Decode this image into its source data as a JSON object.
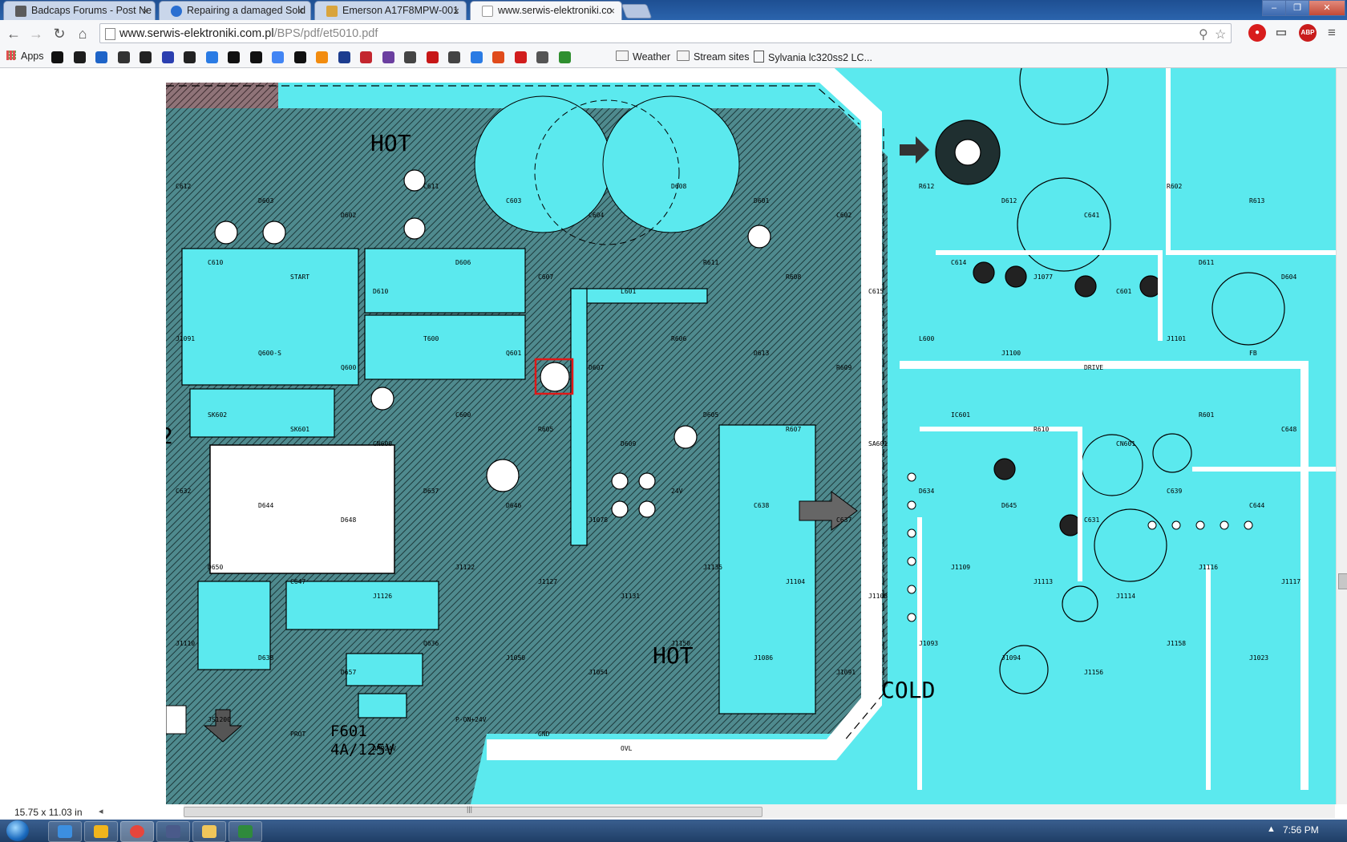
{
  "browser": {
    "tabs": [
      {
        "label": "Badcaps Forums - Post Ne",
        "icon_color": "#5b5b5b",
        "active": false
      },
      {
        "label": "Repairing a damaged Sold",
        "icon_color": "#2a6fd1",
        "active": false
      },
      {
        "label": "Emerson A17F8MPW-001",
        "icon_color": "#d9a43c",
        "active": false
      },
      {
        "label": "www.serwis-elektroniki.co",
        "icon_color": "#d8d8d8",
        "active": true
      }
    ],
    "close_glyph": "×",
    "window_controls": {
      "minimize": "–",
      "maximize": "❐",
      "close": "✕"
    },
    "nav": {
      "back": "←",
      "forward": "→",
      "reload": "↻",
      "home": "⌂"
    },
    "url_host": "www.serwis-elektroniki.com.pl",
    "url_path": "/BPS/pdf/et5010.pdf",
    "omnibox_icons": {
      "zoom": "⚲",
      "star": "☆"
    },
    "extensions": [
      {
        "name": "record-icon",
        "label": "●",
        "color": "#d81c1c"
      },
      {
        "name": "cast-icon",
        "label": "▭",
        "color": "#666666"
      },
      {
        "name": "adblock-plus-icon",
        "label": "ABP",
        "color": "#c91c1c"
      },
      {
        "name": "menu-icon",
        "label": "≡",
        "color": "#555555"
      }
    ]
  },
  "bookmarks": {
    "apps_label": "Apps",
    "icon_colors": [
      "#111111",
      "#1d1d1d",
      "#1e64c8",
      "#333333",
      "#222222",
      "#2b3fb0",
      "#222222",
      "#2a7be4",
      "#111111",
      "#111111",
      "#4285f4",
      "#111111",
      "#f28c0f",
      "#1d3d8f",
      "#c3262e",
      "#6b3fa0",
      "#444444",
      "#c71717",
      "#444444",
      "#2a7be4",
      "#e04b1b",
      "#d11d1d",
      "#555555",
      "#2f8f2f"
    ],
    "folders": [
      "Weather",
      "Stream sites"
    ],
    "last_item": "Sylvania lc320ss2 LC..."
  },
  "schematic": {
    "hot_label_top": "HOT",
    "hot_label_bottom": "HOT",
    "cold_label": "COLD",
    "fuse_label": "F601",
    "fuse_rating": "4A/125V",
    "page_marker": "2",
    "components": [
      "C612",
      "D603",
      "D602",
      "C611",
      "C603",
      "C604",
      "D608",
      "D601",
      "C602",
      "R612",
      "D612",
      "C641",
      "R602",
      "R613",
      "C610",
      "START",
      "D610",
      "D606",
      "C607",
      "L601",
      "R611",
      "R608",
      "C615",
      "C614",
      "J1077",
      "C601",
      "D611",
      "D604",
      "J1091",
      "Q600-S",
      "Q600",
      "T600",
      "Q601",
      "D607",
      "R606",
      "D613",
      "R609",
      "L600",
      "J1100",
      "DRIVE",
      "J1101",
      "FB",
      "SK602",
      "SK601",
      "CN600",
      "C600",
      "R605",
      "D609",
      "D605",
      "R607",
      "SA601",
      "IC601",
      "R610",
      "CN601",
      "R601",
      "C648",
      "C632",
      "D644",
      "D648",
      "D637",
      "D646",
      "J1078",
      "24V",
      "C638",
      "C637",
      "D634",
      "D645",
      "C631",
      "C639",
      "C644",
      "D650",
      "C647",
      "J1126",
      "J1122",
      "J1127",
      "J1131",
      "J1135",
      "J1104",
      "J1108",
      "J1109",
      "J1113",
      "J1114",
      "J1116",
      "J1117",
      "J1110",
      "D638",
      "D657",
      "Q636",
      "J1050",
      "J1054",
      "J1150",
      "J1086",
      "J1091",
      "J1093",
      "J1094",
      "J1156",
      "J1158",
      "J1023",
      "JS1200",
      "PROT",
      "AMP24V",
      "P-ON+24V",
      "GND",
      "OVL"
    ]
  },
  "status": {
    "page_size": "15.75 x 11.03 in",
    "left_arrow": "◂",
    "grip": "|||"
  },
  "taskbar": {
    "apps": [
      {
        "name": "internet-explorer",
        "color": "#3c8fe0"
      },
      {
        "name": "outlook",
        "color": "#f1b51c"
      },
      {
        "name": "chrome",
        "color": "#e6463c"
      },
      {
        "name": "keepass",
        "color": "#4a5a8a"
      },
      {
        "name": "explorer",
        "color": "#f0c65a"
      },
      {
        "name": "excel",
        "color": "#2f8a3c"
      }
    ],
    "tray_arrow": "▲",
    "clock": "7:56 PM"
  }
}
